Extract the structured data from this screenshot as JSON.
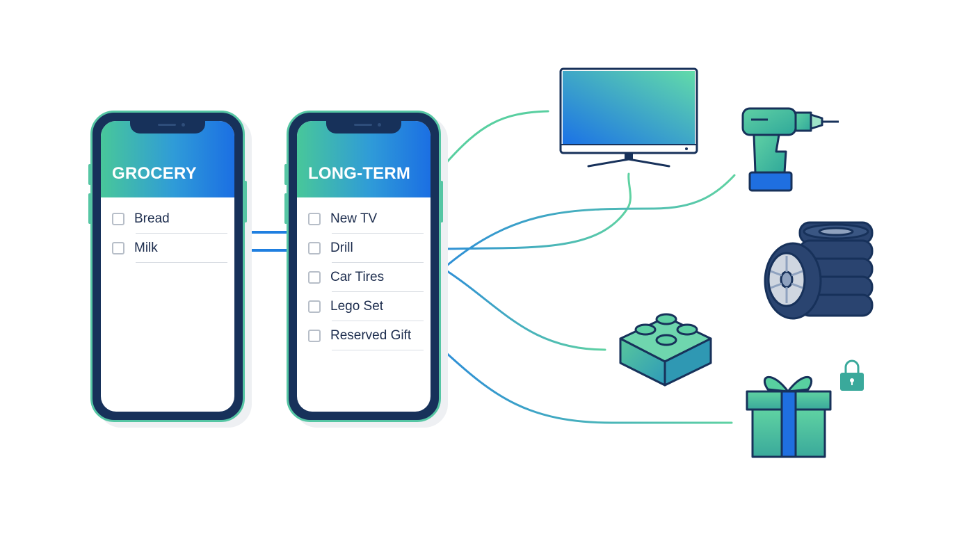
{
  "lists": {
    "grocery": {
      "title": "GROCERY",
      "items": [
        "Bread",
        "Milk"
      ]
    },
    "longterm": {
      "title": "LONG-TERM",
      "items": [
        "New TV",
        "Drill",
        "Car Tires",
        "Lego Set",
        "Reserved Gift"
      ]
    }
  },
  "colors": {
    "phone_body": "#17315a",
    "phone_rim": "#56c6a4",
    "header_start": "#48c79a",
    "header_end": "#1b6fe3",
    "connector_blue": "#1f7fe0",
    "connector_green": "#58cfa0"
  },
  "icons": [
    "tv-icon",
    "drill-icon",
    "tires-icon",
    "lego-brick-icon",
    "gift-icon",
    "lock-icon"
  ]
}
